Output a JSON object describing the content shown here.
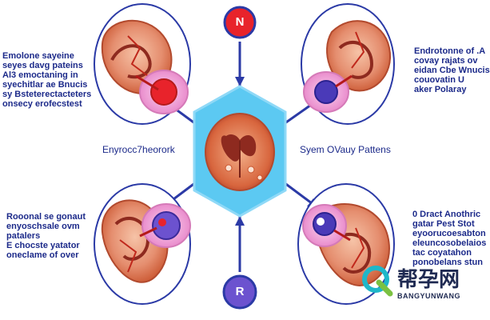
{
  "badges": {
    "top": "N",
    "bottom": "R"
  },
  "labels": {
    "center_left": "Enyrocc7heorork",
    "center_right": "Syem OVauy Pattens"
  },
  "blocks": {
    "top_left": [
      "Emolone sayeine",
      "seyes davg pateins",
      "Al3 emoctaning in",
      "syechitlar ae Bnucis",
      "sy Bsteterectacteters",
      "onsecy erofecstest"
    ],
    "top_right": [
      "Endrotonne of .A",
      "covay rajats ov",
      "eidan Cbe Wnucis",
      "couovatin U",
      "aker Polaray"
    ],
    "bottom_left": [
      "Rooonal se gonaut",
      "enyoschsale ovm",
      "patalers",
      "E chocste yatator",
      "oneclame of over"
    ],
    "bottom_right": [
      "0 Dract Anothric",
      "gatar Pest Stot",
      "eyoorucoesabton",
      "eleuncosobelaios",
      "tac coyatahon",
      "ponobelans stun"
    ]
  },
  "watermark": {
    "brand": "帮孕网",
    "sub": "BANGYUNWANG"
  },
  "colors": {
    "navy": "#1c2a8a",
    "badge_n": "#e8232b",
    "badge_r": "#6c52cf",
    "hexagon": "#5cc9f2",
    "organ": "#b83a2c",
    "follicle": "#f4a7d9"
  }
}
